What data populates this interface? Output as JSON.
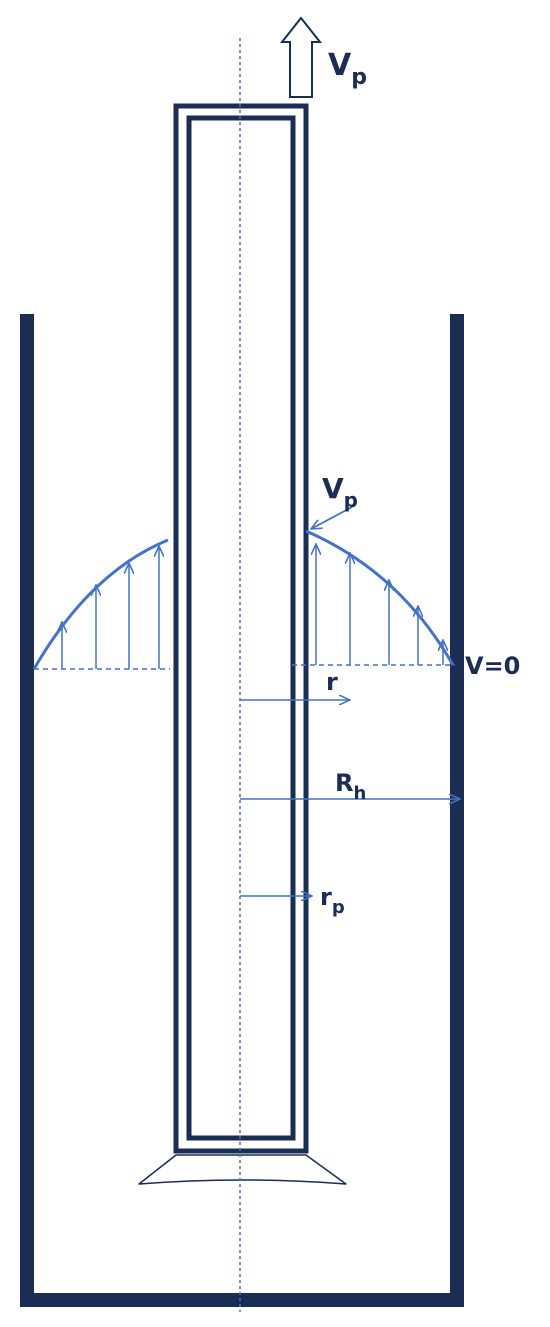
{
  "labels": {
    "pipe_velocity_top": "V",
    "pipe_velocity_top_sub": "p",
    "pipe_velocity_wall": "V",
    "pipe_velocity_wall_sub": "p",
    "zero_velocity": "V=0",
    "radius": "r",
    "hole_radius": "R",
    "hole_radius_sub": "h",
    "pipe_radius": "r",
    "pipe_radius_sub": "p"
  },
  "colors": {
    "wall": "#1b2d52",
    "flow": "#4472c4"
  }
}
